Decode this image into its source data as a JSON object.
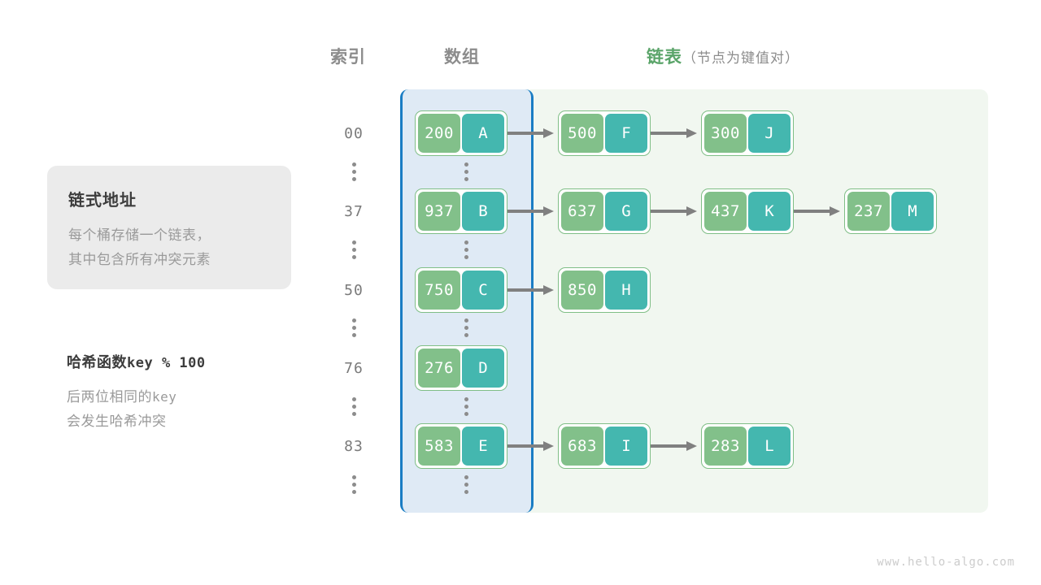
{
  "headers": {
    "index": "索引",
    "array": "数组",
    "list_main": "链表",
    "list_sub": "（节点为键值对）"
  },
  "info_card": {
    "title": "链式地址",
    "line1": "每个桶存储一个链表，",
    "line2": "其中包含所有冲突元素"
  },
  "hash_info": {
    "title_label": "哈希函数",
    "title_expr": "key % 100",
    "line1_text": "后两位相同的",
    "line1_code": "key",
    "line2": "会发生哈希冲突"
  },
  "colors": {
    "key_green": "#82c08a",
    "value_teal": "#44b7af",
    "node_border": "#7fbe86",
    "array_panel_bg": "#dfeaf5",
    "array_panel_border": "#1a7dc4",
    "list_panel_bg": "#f1f7f0",
    "arrow": "#808080",
    "header_gray": "#8c8c8c",
    "header_green": "#5aa469",
    "card_bg": "#ebebeb"
  },
  "buckets": [
    {
      "index": "00",
      "nodes": [
        {
          "key": "200",
          "value": "A"
        },
        {
          "key": "500",
          "value": "F"
        },
        {
          "key": "300",
          "value": "J"
        }
      ]
    },
    {
      "index": "37",
      "nodes": [
        {
          "key": "937",
          "value": "B"
        },
        {
          "key": "637",
          "value": "G"
        },
        {
          "key": "437",
          "value": "K"
        },
        {
          "key": "237",
          "value": "M"
        }
      ]
    },
    {
      "index": "50",
      "nodes": [
        {
          "key": "750",
          "value": "C"
        },
        {
          "key": "850",
          "value": "H"
        }
      ]
    },
    {
      "index": "76",
      "nodes": [
        {
          "key": "276",
          "value": "D"
        }
      ]
    },
    {
      "index": "83",
      "nodes": [
        {
          "key": "583",
          "value": "E"
        },
        {
          "key": "683",
          "value": "I"
        },
        {
          "key": "283",
          "value": "L"
        }
      ]
    }
  ],
  "watermark": "www.hello-algo.com"
}
